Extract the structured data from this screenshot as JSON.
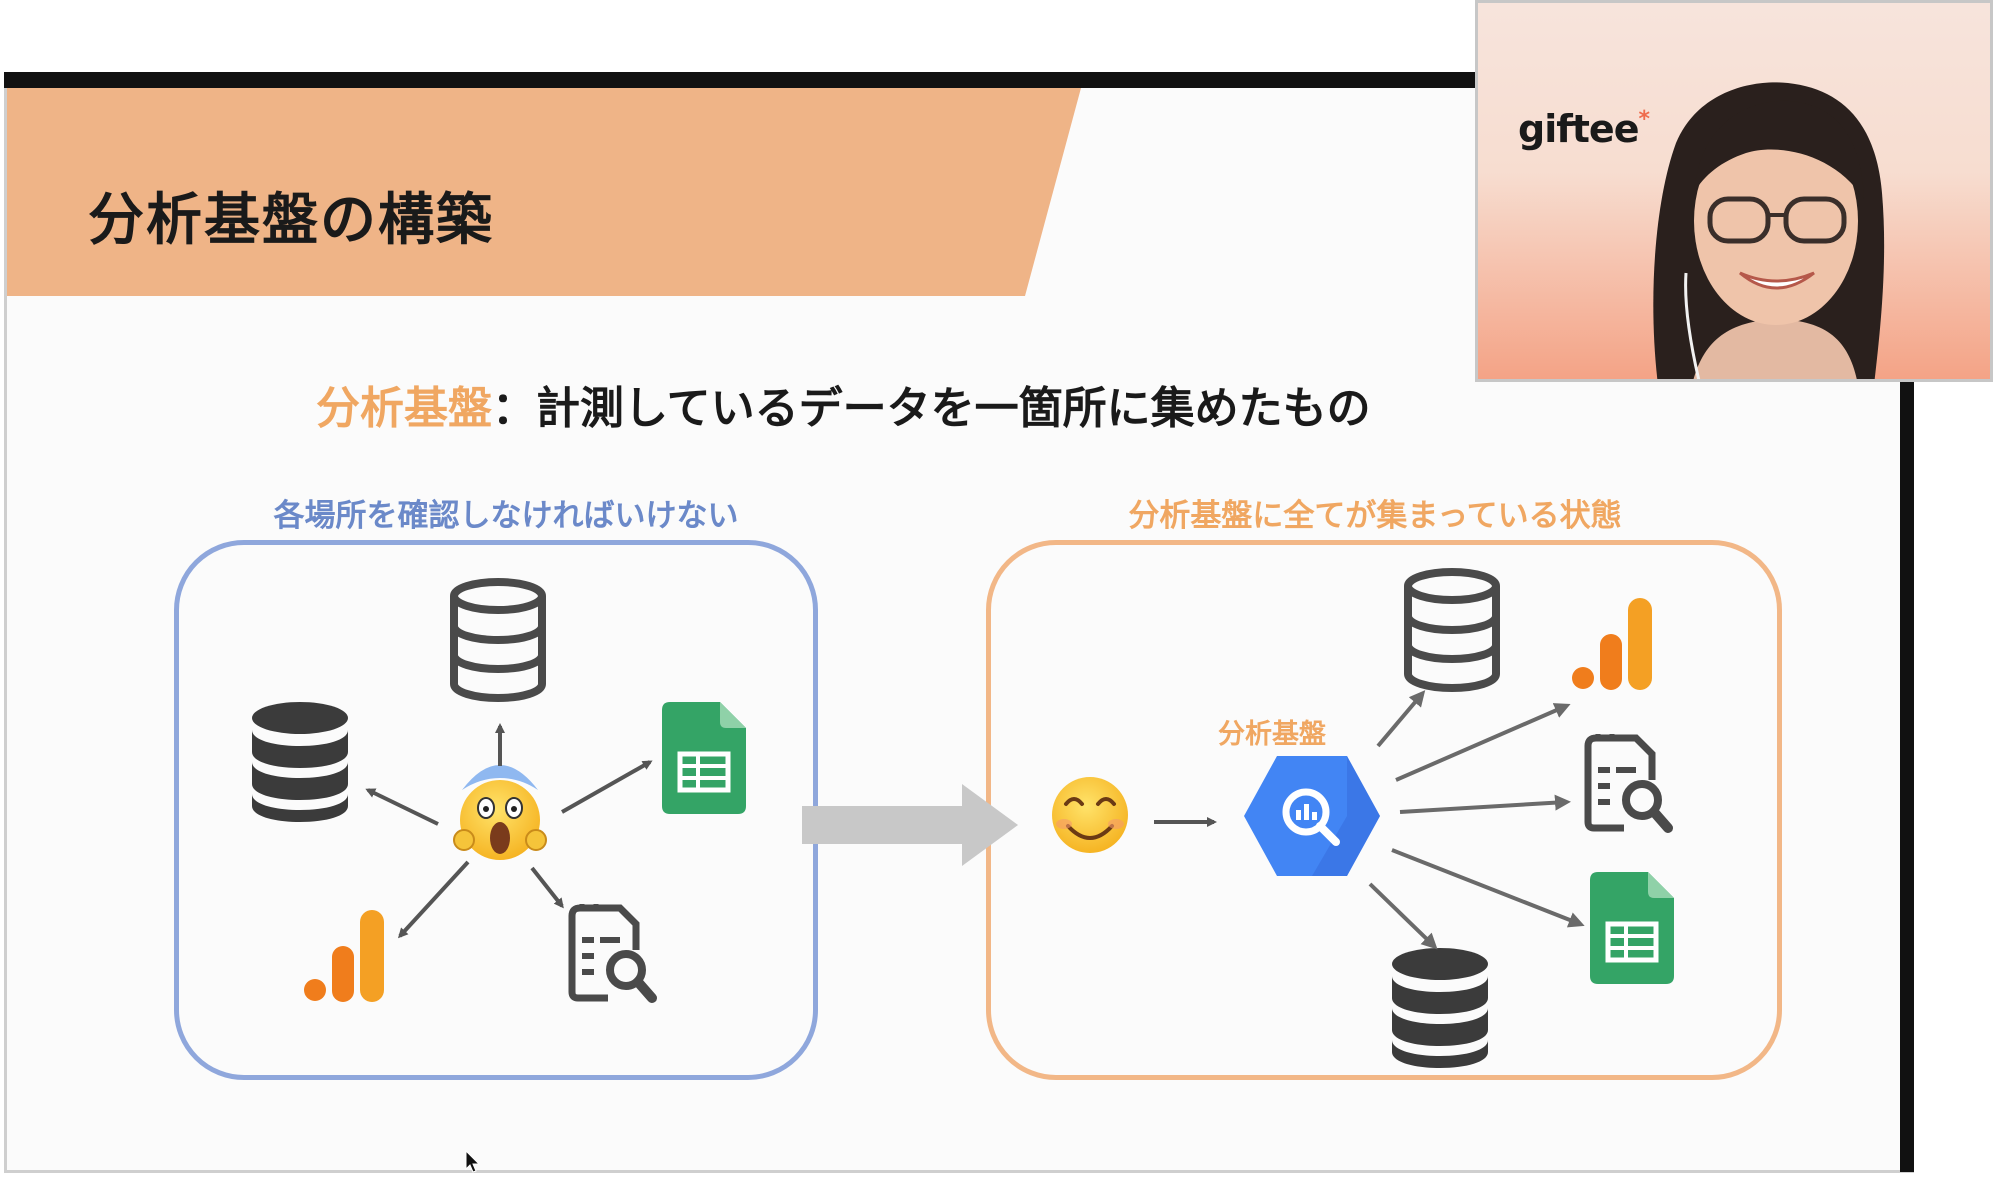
{
  "slide": {
    "title": "分析基盤の構築",
    "subtitle_accent": "分析基盤",
    "subtitle_rest": "：計測しているデータを一箇所に集めたもの",
    "left_caption": "各場所を確認しなければいけない",
    "right_caption": "分析基盤に全てが集まっている状態",
    "hub_label": "分析基盤"
  },
  "webcam": {
    "logo_text": "giftee"
  },
  "colors": {
    "title_band": "#efb487",
    "accent_orange": "#f0a762",
    "left_box_border": "#8fa7dc",
    "right_box_border": "#f2b787",
    "sheets_green": "#34a466",
    "bigquery_blue": "#4285f4",
    "analytics_orange": "#f4a024",
    "arrow_gray": "#c8c8c8"
  },
  "icons": {
    "scared_face": "face-screaming-in-fear-icon",
    "smiling_face": "smiling-face-icon",
    "database_outline": "database-outline-icon",
    "database_solid": "database-solid-icon",
    "spreadsheet": "google-sheets-icon",
    "analytics": "google-analytics-icon",
    "document_search": "document-search-icon",
    "bigquery": "bigquery-icon"
  }
}
